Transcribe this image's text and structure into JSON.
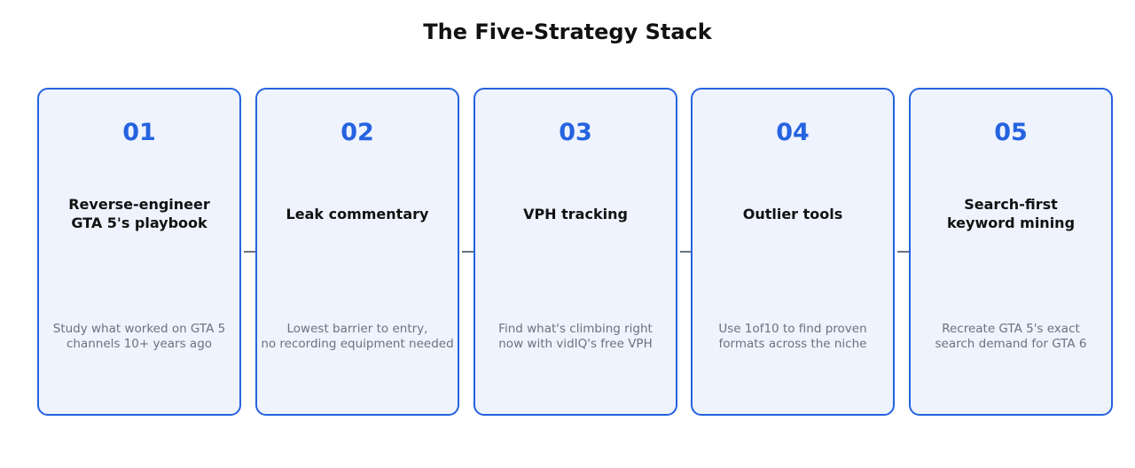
{
  "title": "The Five-Strategy Stack",
  "colors": {
    "accent": "#2563e0",
    "card_fill": "#eef3fd",
    "arrow": "#6b7280",
    "description": "#6b7280"
  },
  "steps": [
    {
      "number": "01",
      "heading": "Reverse-engineer\nGTA 5's playbook",
      "description": "Study what worked on GTA 5\nchannels 10+ years ago"
    },
    {
      "number": "02",
      "heading": "Leak commentary",
      "description": "Lowest barrier to entry,\nno recording equipment needed"
    },
    {
      "number": "03",
      "heading": "VPH tracking",
      "description": "Find what's climbing right\nnow with vidIQ's free VPH"
    },
    {
      "number": "04",
      "heading": "Outlier tools",
      "description": "Use 1of10 to find proven\nformats across the niche"
    },
    {
      "number": "05",
      "heading": "Search-first\nkeyword mining",
      "description": "Recreate GTA 5's exact\nsearch demand for GTA 6"
    }
  ]
}
